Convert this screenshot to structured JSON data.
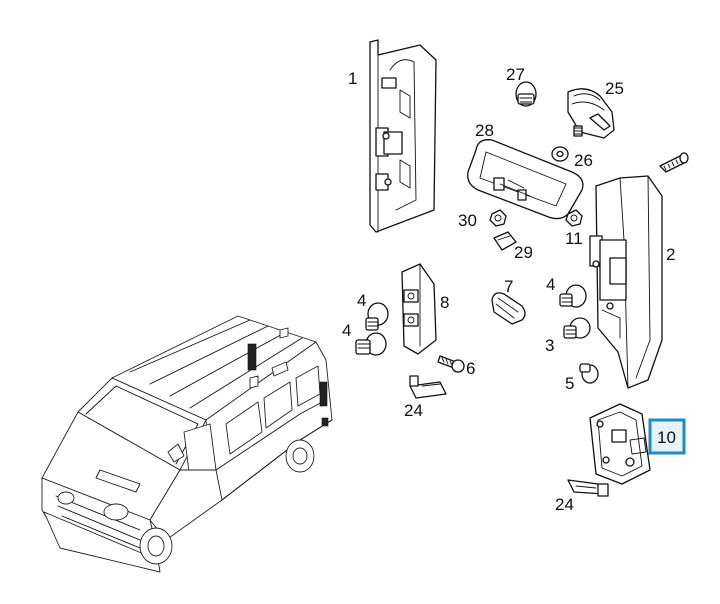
{
  "diagram": {
    "highlight_color": "#1e8bc3",
    "highlight_fill": "#e6f2fa",
    "callouts": [
      {
        "id": "1",
        "text": "1"
      },
      {
        "id": "2",
        "text": "2"
      },
      {
        "id": "3",
        "text": "3"
      },
      {
        "id": "4a",
        "text": "4"
      },
      {
        "id": "4b",
        "text": "4"
      },
      {
        "id": "4c",
        "text": "4"
      },
      {
        "id": "5",
        "text": "5"
      },
      {
        "id": "6",
        "text": "6"
      },
      {
        "id": "7",
        "text": "7"
      },
      {
        "id": "8",
        "text": "8"
      },
      {
        "id": "10",
        "text": "10"
      },
      {
        "id": "11",
        "text": "11"
      },
      {
        "id": "24a",
        "text": "24"
      },
      {
        "id": "24b",
        "text": "24"
      },
      {
        "id": "25",
        "text": "25"
      },
      {
        "id": "26",
        "text": "26"
      },
      {
        "id": "27",
        "text": "27"
      },
      {
        "id": "28",
        "text": "28"
      },
      {
        "id": "29",
        "text": "29"
      },
      {
        "id": "30",
        "text": "30"
      }
    ]
  }
}
